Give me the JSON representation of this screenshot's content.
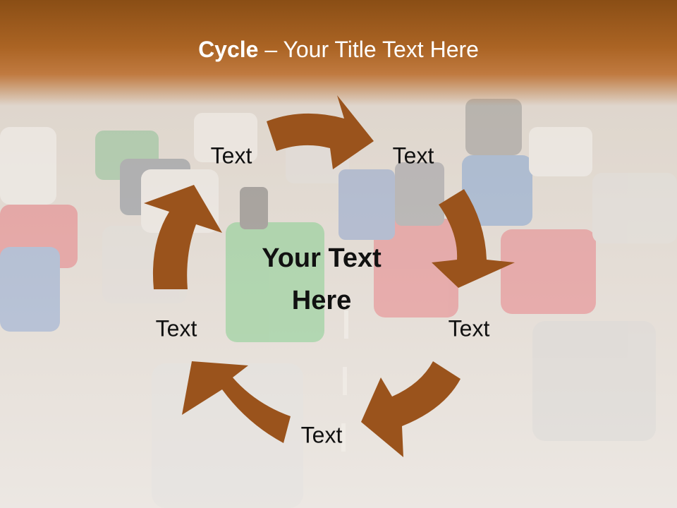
{
  "title": {
    "bold": "Cycle",
    "rest": " – Your Title Text Here"
  },
  "center": {
    "line1": "Your Text",
    "line2": "Here"
  },
  "nodes": [
    {
      "label": "Text"
    },
    {
      "label": "Text"
    },
    {
      "label": "Text"
    },
    {
      "label": "Text"
    },
    {
      "label": "Text"
    }
  ],
  "colors": {
    "arrow": "#9a531c",
    "title_band": "#a2611f"
  },
  "background_image": "traffic-street-photo"
}
